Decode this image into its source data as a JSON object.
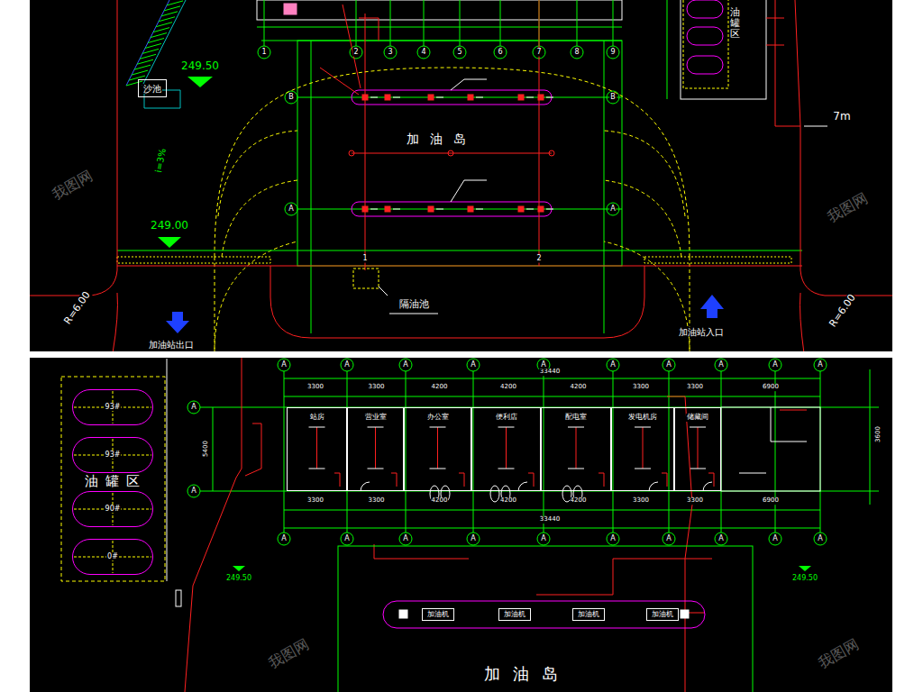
{
  "diagram": {
    "nodes": [
      {
        "text": [
          "沙池"
        ]
      },
      {
        "text": [
          "93#"
        ]
      },
      {
        "text": [
          "93#"
        ]
      },
      {
        "text": [
          "90#"
        ]
      },
      {
        "text": [
          "0#"
        ]
      },
      {
        "text": [
          "站房"
        ]
      },
      {
        "text": [
          "营业室"
        ]
      },
      {
        "text": [
          "办公室"
        ]
      },
      {
        "text": [
          "便利店"
        ]
      },
      {
        "text": [
          "配电室"
        ]
      },
      {
        "text": [
          "发电机房"
        ]
      },
      {
        "text": [
          "储藏间"
        ]
      },
      {
        "text": [
          "加油机"
        ]
      },
      {
        "text": [
          "加油机"
        ]
      },
      {
        "text": [
          "加油机"
        ]
      },
      {
        "text": [
          "加油机"
        ]
      }
    ],
    "labels": [
      "249.50",
      "249.00",
      "i=3%",
      "加油岛",
      "隔油池",
      "加油站出口",
      "加油站入口",
      "7m",
      "R=6.00",
      "R=6.00",
      "油罐区",
      "1",
      "2",
      "3",
      "4",
      "5",
      "6",
      "7",
      "8",
      "9",
      "B",
      "B",
      "A",
      "A",
      "1",
      "2",
      "油罐区",
      "249.50",
      "249.50",
      "加油岛",
      "3300",
      "3300",
      "4200",
      "4200",
      "4200",
      "3300",
      "3300",
      "6900",
      "33440",
      "3300",
      "3300",
      "4200",
      "4200",
      "4200",
      "3300",
      "3300",
      "6900",
      "33440",
      "5400",
      "3600",
      "A",
      "A",
      "A",
      "A",
      "A",
      "A",
      "A",
      "A",
      "A",
      "A",
      "A",
      "A",
      "A",
      "A",
      "A",
      "A",
      "A",
      "A",
      "A",
      "A",
      "A",
      "A",
      "我图网",
      "我图网",
      "我图网",
      "我图网"
    ]
  }
}
